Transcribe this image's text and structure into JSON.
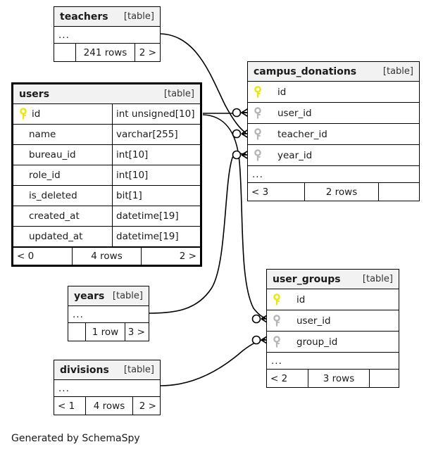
{
  "diagram": {
    "footer_note": "Generated by SchemaSpy",
    "table_tag": "[table]",
    "ellipsis": "...",
    "colors": {
      "primary_key": "#e8e800",
      "foreign_key": "#b5b5b5",
      "header_bg": "#f2f2f2",
      "border": "#000000",
      "background": "#ffffff"
    }
  },
  "tables": {
    "teachers": {
      "name": "teachers",
      "tag": "[table]",
      "ellipsis": "...",
      "footer": {
        "left": "",
        "mid": "241 rows",
        "right": "2 >"
      }
    },
    "users": {
      "name": "users",
      "tag": "[table]",
      "columns": [
        {
          "key": "primary",
          "name": "id",
          "type": "int unsigned[10]"
        },
        {
          "key": "none",
          "name": "name",
          "type": "varchar[255]"
        },
        {
          "key": "none",
          "name": "bureau_id",
          "type": "int[10]"
        },
        {
          "key": "none",
          "name": "role_id",
          "type": "int[10]"
        },
        {
          "key": "none",
          "name": "is_deleted",
          "type": "bit[1]"
        },
        {
          "key": "none",
          "name": "created_at",
          "type": "datetime[19]"
        },
        {
          "key": "none",
          "name": "updated_at",
          "type": "datetime[19]"
        }
      ],
      "footer": {
        "left": "< 0",
        "mid": "4 rows",
        "right": "2 >"
      }
    },
    "campus_donations": {
      "name": "campus_donations",
      "tag": "[table]",
      "ellipsis": "...",
      "columns": [
        {
          "key": "primary",
          "name": "id"
        },
        {
          "key": "foreign",
          "name": "user_id"
        },
        {
          "key": "foreign",
          "name": "teacher_id"
        },
        {
          "key": "foreign",
          "name": "year_id"
        }
      ],
      "footer": {
        "left": "< 3",
        "mid": "2 rows",
        "right": ""
      }
    },
    "user_groups": {
      "name": "user_groups",
      "tag": "[table]",
      "ellipsis": "...",
      "columns": [
        {
          "key": "primary",
          "name": "id"
        },
        {
          "key": "foreign",
          "name": "user_id"
        },
        {
          "key": "foreign",
          "name": "group_id"
        }
      ],
      "footer": {
        "left": "< 2",
        "mid": "3 rows",
        "right": ""
      }
    },
    "years": {
      "name": "years",
      "tag": "[table]",
      "ellipsis": "...",
      "footer": {
        "left": "",
        "mid": "1 row",
        "right": "3 >"
      }
    },
    "divisions": {
      "name": "divisions",
      "tag": "[table]",
      "ellipsis": "...",
      "footer": {
        "left": "< 1",
        "mid": "4 rows",
        "right": "2 >"
      }
    }
  },
  "relationships": [
    {
      "from": "teachers",
      "to": "campus_donations.teacher_id"
    },
    {
      "from": "users.id",
      "to": "campus_donations.user_id"
    },
    {
      "from": "users.id",
      "to": "user_groups.user_id"
    },
    {
      "from": "years",
      "to": "campus_donations.year_id"
    },
    {
      "from": "divisions",
      "to": "user_groups.group_id"
    }
  ]
}
